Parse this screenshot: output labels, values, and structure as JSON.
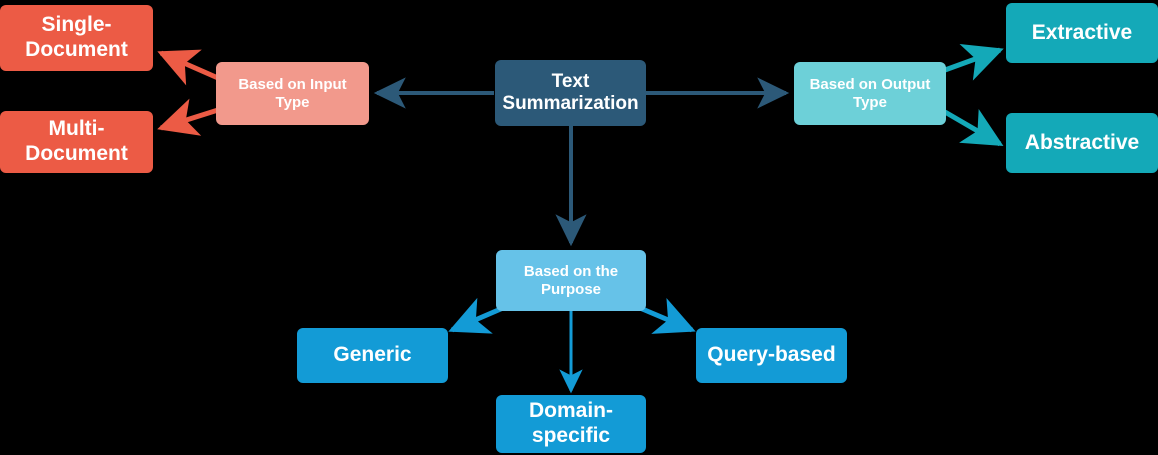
{
  "diagram": {
    "title": "Text Summarization taxonomy",
    "palette": {
      "background": "#000000",
      "root": "#2c5978",
      "branch_input": "#f2998c",
      "leaf_input": "#ec5b45",
      "branch_output": "#6dd0d8",
      "leaf_output": "#14a9b8",
      "branch_purpose": "#66c2e8",
      "leaf_purpose": "#139bd6",
      "arrow_root": "#2c5978",
      "arrow_input": "#ec5b45",
      "arrow_output": "#14a9b8",
      "arrow_purpose": "#139bd6",
      "label": "#ffffff"
    },
    "nodes": {
      "root": {
        "label": "Text\nSummarization"
      },
      "input_branch": {
        "label": "Based on Input\nType"
      },
      "input_leaf_1": {
        "label": "Single-\nDocument"
      },
      "input_leaf_2": {
        "label": "Multi-\nDocument"
      },
      "output_branch": {
        "label": "Based on Output\nType"
      },
      "output_leaf_1": {
        "label": "Extractive"
      },
      "output_leaf_2": {
        "label": "Abstractive"
      },
      "purpose_branch": {
        "label": "Based on the\nPurpose"
      },
      "purpose_leaf_1": {
        "label": "Generic"
      },
      "purpose_leaf_2": {
        "label": "Domain-\nspecific"
      },
      "purpose_leaf_3": {
        "label": "Query-based"
      }
    }
  }
}
